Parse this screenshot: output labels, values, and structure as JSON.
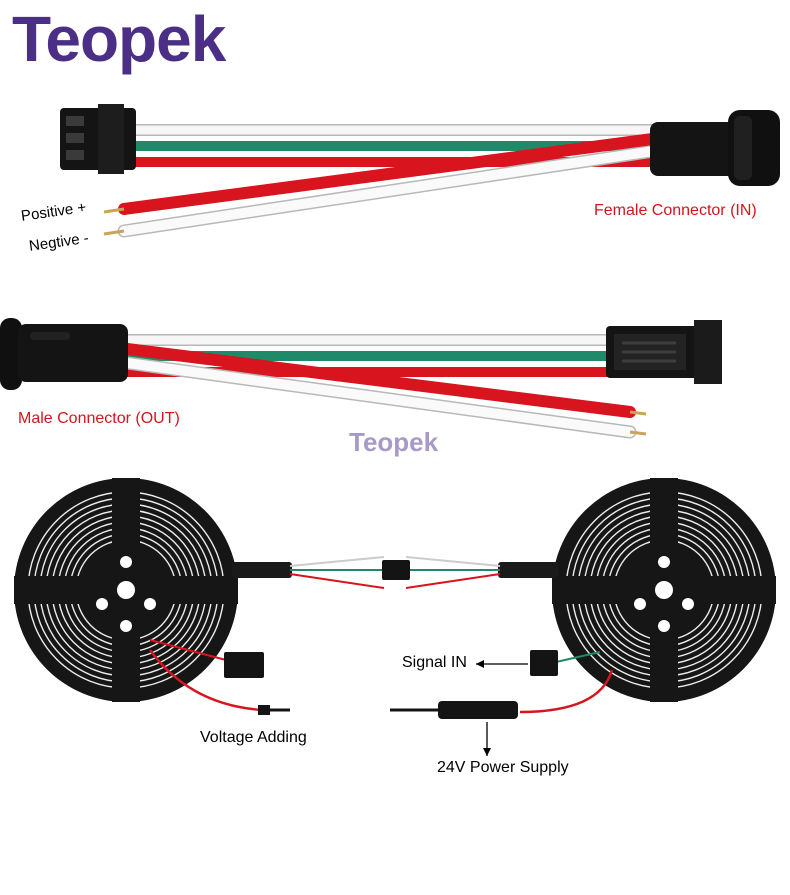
{
  "brand": {
    "name": "Teopek",
    "watermark": "Teopek",
    "color": "#4b2f86"
  },
  "top_cable": {
    "title": "Female Connector (IN)",
    "wire_labels": {
      "positive": "Positive +",
      "negative": "Negtive -"
    }
  },
  "bottom_cable": {
    "title": "Male Connector (OUT)"
  },
  "wiring_diagram": {
    "signal_in": "Signal IN",
    "voltage_adding": "Voltage Adding",
    "power_supply": "24V Power Supply"
  },
  "colors": {
    "label_red": "#d4151d",
    "wire_red": "#d8141e",
    "wire_green": "#1e8a69",
    "wire_white": "#f4f4f4",
    "connector_black": "#141414",
    "reel_black": "#161616"
  }
}
